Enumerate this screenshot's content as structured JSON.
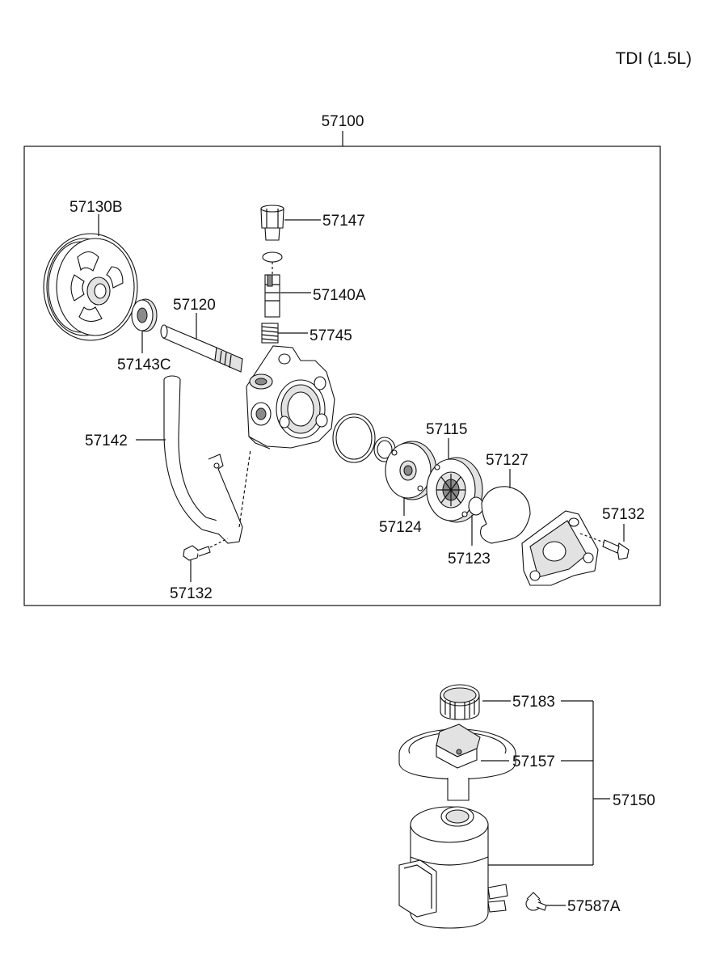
{
  "variant_label": "TDI (1.5L)",
  "assembly": {
    "number": "57100",
    "parts": [
      {
        "id": "pulley",
        "number": "57130B"
      },
      {
        "id": "fitting",
        "number": "57147"
      },
      {
        "id": "valve",
        "number": "57140A"
      },
      {
        "id": "spring",
        "number": "57745"
      },
      {
        "id": "shaft",
        "number": "57120"
      },
      {
        "id": "shaft-seal",
        "number": "57143C"
      },
      {
        "id": "suction-pipe",
        "number": "57142"
      },
      {
        "id": "bolt-left",
        "number": "57132"
      },
      {
        "id": "cam-ring",
        "number": "57115"
      },
      {
        "id": "pressure-plate",
        "number": "57124"
      },
      {
        "id": "gasket",
        "number": "57127"
      },
      {
        "id": "o-ring",
        "number": "57123"
      },
      {
        "id": "bolt-right",
        "number": "57132"
      }
    ]
  },
  "reservoir": {
    "number": "57150",
    "parts": [
      {
        "id": "cap",
        "number": "57183"
      },
      {
        "id": "bracket",
        "number": "57157"
      },
      {
        "id": "clamp",
        "number": "57587A"
      }
    ]
  }
}
